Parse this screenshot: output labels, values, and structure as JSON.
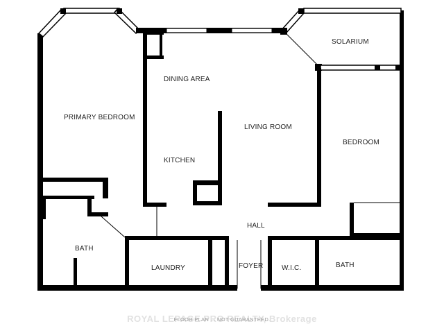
{
  "rooms": {
    "primary_bedroom": "PRIMARY BEDROOM",
    "dining_area": "DINING AREA",
    "kitchen": "KITCHEN",
    "living_room": "LIVING ROOM",
    "solarium": "SOLARIUM",
    "bedroom": "BEDROOM",
    "hall": "HALL",
    "bath_left": "BATH",
    "laundry": "LAUNDRY",
    "foyer": "FOYER",
    "wic": "W.I.C.",
    "bath_right": "BATH"
  },
  "footer": {
    "disclaimer": "FLOOR PLAN ... NOT GUARANTEED.",
    "watermark": "ROYAL LEPAGE PRO REALTY, Brokerage"
  },
  "colors": {
    "wall": "#000000",
    "window": "#ffffff",
    "background": "#ffffff"
  }
}
